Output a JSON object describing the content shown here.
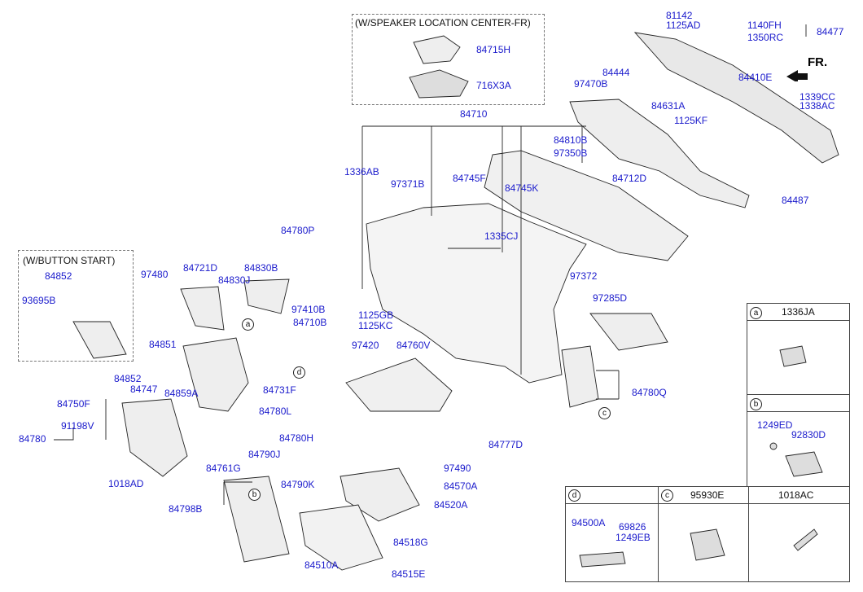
{
  "boxes": {
    "speaker_title": "(W/SPEAKER LOCATION CENTER-FR)",
    "button_title": "(W/BUTTON START)",
    "direction": "FR."
  },
  "part_labels": [
    "81142",
    "1125AD",
    "1140FH",
    "84477",
    "1350RC",
    "84715H",
    "716X3A",
    "84444",
    "97470B",
    "84410E",
    "1339CC",
    "1338AC",
    "84631A",
    "1125KF",
    "84710",
    "84810B",
    "97350B",
    "1336AB",
    "97371B",
    "84745F",
    "84745K",
    "84712D",
    "84487",
    "1335CJ",
    "84780P",
    "84852",
    "93695B",
    "97480",
    "84721D",
    "84830B",
    "84830J",
    "97372",
    "97410B",
    "84710B",
    "1125GB",
    "1125KC",
    "97285D",
    "84851",
    "97420",
    "84760V",
    "84852",
    "84747",
    "84859A",
    "84731F",
    "84750F",
    "84780L",
    "84780Q",
    "91198V",
    "84780",
    "84780H",
    "84777D",
    "84790J",
    "1018AD",
    "84761G",
    "97490",
    "84790K",
    "84570A",
    "84798B",
    "84520A",
    "84518G",
    "84510A",
    "84515E"
  ],
  "legend": {
    "a_code": "1336JA",
    "b_code_1": "1249ED",
    "b_code_2": "92830D",
    "c_code": "95930E",
    "extra_code": "1018AC",
    "d_code_1": "94500A",
    "d_code_2": "69826",
    "d_code_3": "1249EB"
  },
  "markers": [
    "a",
    "b",
    "c",
    "d",
    "a",
    "b",
    "c",
    "d"
  ]
}
